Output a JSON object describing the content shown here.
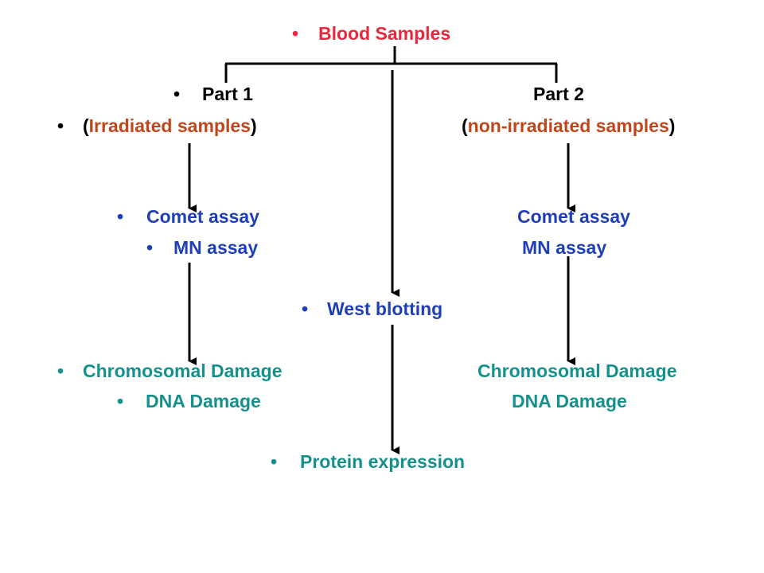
{
  "nodes": {
    "blood_samples": "Blood Samples",
    "part1": "Part 1",
    "part2": "Part 2",
    "part1_sub_open": "(",
    "part1_sub_text": "Irradiated samples",
    "part1_sub_close": ")",
    "part2_sub_open": "(",
    "part2_sub_text": "non-irradiated samples",
    "part2_sub_close": ")",
    "comet_left": "Comet assay",
    "mn_left": "MN assay",
    "comet_right": "Comet assay",
    "mn_right": "MN assay",
    "west_blotting": "West blotting",
    "chrom_left": "Chromosomal Damage",
    "dna_left": "DNA Damage",
    "chrom_right": "Chromosomal Damage",
    "dna_right": "DNA Damage",
    "protein": "Protein expression"
  },
  "bullet": "•",
  "colors": {
    "title": "#e8283c",
    "part": "#000000",
    "sample_type": "#c0461c",
    "assay": "#1f3fb8",
    "outcome": "#16908c",
    "connector": "#000000"
  }
}
